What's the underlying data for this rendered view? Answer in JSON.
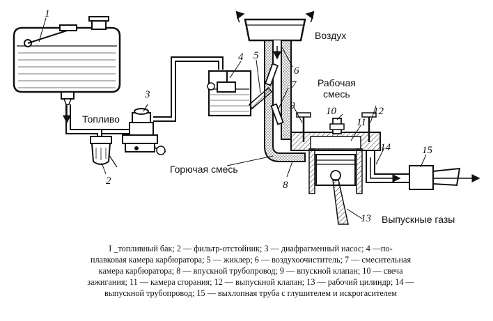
{
  "labels": {
    "air": "Воздух",
    "fuel": "Топливо",
    "working_mixture_1": "Рабочая",
    "working_mixture_2": "смесь",
    "combustible_mixture": "Горючая смесь",
    "exhaust": "Выпускные газы"
  },
  "numbers": {
    "n1": "1",
    "n2": "2",
    "n3": "3",
    "n4": "4",
    "n5": "5",
    "n6": "6",
    "n7": "7",
    "n8": "8",
    "n9": "9",
    "n10": "10",
    "n11": "11",
    "n12": "12",
    "n13": "13",
    "n14": "14",
    "n15": "15"
  },
  "caption": {
    "line1": "I _топливный бак; 2 — фильтр-отстойник; 3 — диафрагменный насос; 4 —по-",
    "line2": "плавковая камера карбюратора; 5 — жиклер; 6 — воздухоочиститель; 7 — смесительная",
    "line3": "камера карбюратора; 8 — впускной трубопровод; 9 — впускной клапан; 10 — свеча",
    "line4": "зажигания; 11 — камера сгорания; 12 — выпускной клапан; 13 — рабочий цилиндр; 14 —",
    "line5": "выпускной трубопровод; 15 — выхлопная труба с глушителем и искрогасителем"
  }
}
